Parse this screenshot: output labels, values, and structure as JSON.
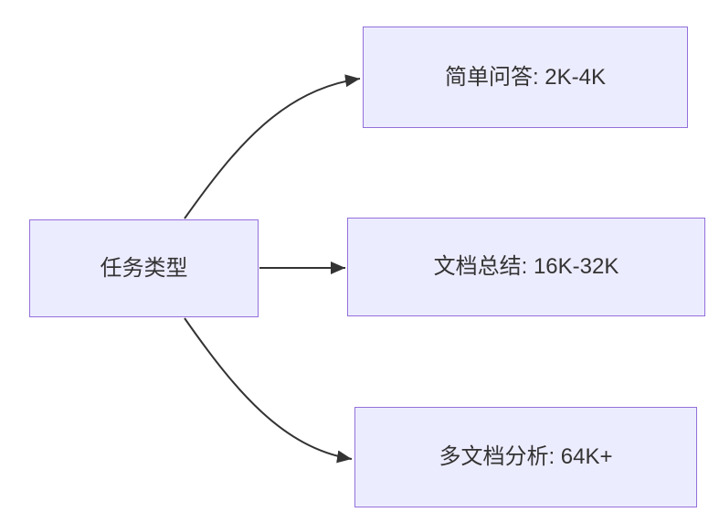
{
  "diagram": {
    "type": "flowchart",
    "direction": "LR",
    "nodes": {
      "root": {
        "label": "任务类型"
      },
      "simple_qa": {
        "label": "简单问答: 2K-4K"
      },
      "doc_summary": {
        "label": "文档总结: 16K-32K"
      },
      "multi_doc": {
        "label": "多文档分析: 64K+"
      }
    },
    "edges": [
      {
        "from": "任务类型",
        "to": "简单问答: 2K-4K"
      },
      {
        "from": "任务类型",
        "to": "文档总结: 16K-32K"
      },
      {
        "from": "任务类型",
        "to": "多文档分析: 64K+"
      }
    ],
    "colors": {
      "node_fill": "#ECECFF",
      "node_border": "#9370DB",
      "edge": "#333333",
      "text": "#333333",
      "background": "#FFFFFF"
    }
  }
}
